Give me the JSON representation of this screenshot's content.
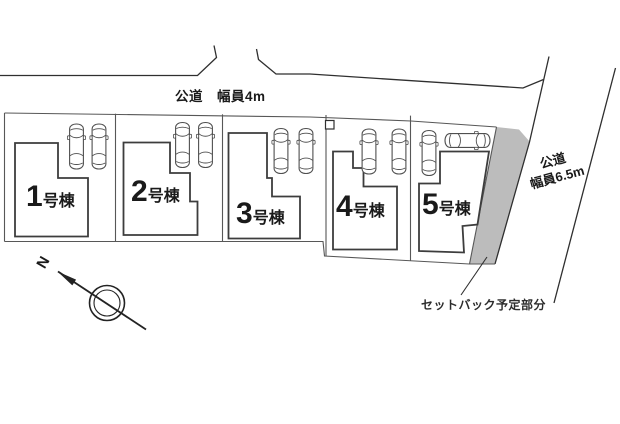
{
  "diagram": {
    "top_road_label": "公道　幅員4m",
    "right_road_label_line1": "公道",
    "right_road_label_line2": "幅員6.5m",
    "setback_label": "セットバック予定部分",
    "compass_north": "N",
    "buildings": [
      {
        "number": "1",
        "suffix": "号棟"
      },
      {
        "number": "2",
        "suffix": "号棟"
      },
      {
        "number": "3",
        "suffix": "号棟"
      },
      {
        "number": "4",
        "suffix": "号棟"
      },
      {
        "number": "5",
        "suffix": "号棟"
      }
    ],
    "colors": {
      "setback_fill": "#bcbcbc",
      "line_dark": "#2f2f2f",
      "line_mid": "#575757"
    }
  }
}
